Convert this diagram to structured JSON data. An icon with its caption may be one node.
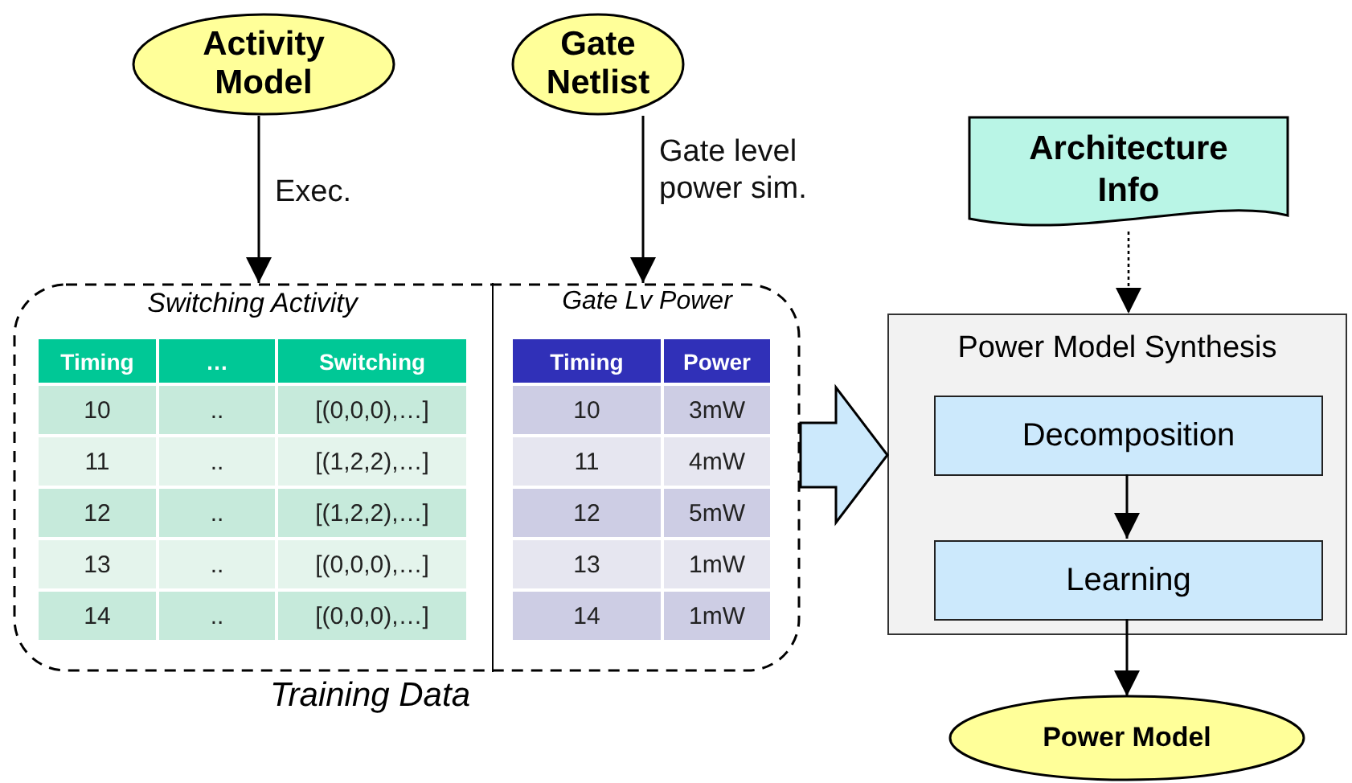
{
  "diagram": {
    "nodes": [
      {
        "text": [
          "Activity Model"
        ]
      },
      {
        "text": [
          "Gate Netlist"
        ]
      },
      {
        "text": [
          "Architecture Info"
        ]
      },
      {
        "text": [
          "Training Data"
        ]
      },
      {
        "text": [
          "Switching Activity",
          "Timing",
          "…",
          "Switching",
          "10",
          "..",
          "[(0,0,0),…]",
          "11",
          "..",
          "[(1,2,2),…]",
          "12",
          "..",
          "[(1,2,2),…]",
          "13",
          "..",
          "[(0,0,0),…]",
          "14",
          "..",
          "[(0,0,0),…]"
        ],
        "in": 3
      },
      {
        "text": [
          "Gate Lv Power",
          "Timing",
          "Power",
          "10",
          "3mW",
          "11",
          "4mW",
          "12",
          "5mW",
          "13",
          "1mW",
          "14",
          "1mW"
        ],
        "in": 3
      },
      {
        "text": [
          "Power Model Synthesis"
        ]
      },
      {
        "text": [
          "Decomposition"
        ],
        "in": 6
      },
      {
        "text": [
          "Learning"
        ],
        "in": 6
      },
      {
        "text": [
          "Power Model"
        ]
      }
    ],
    "edges": [
      {
        "from": 0,
        "to": 4,
        "arrow": "to",
        "label": "Exec."
      },
      {
        "from": 1,
        "to": 5,
        "arrow": "to",
        "label": "Gate level power sim."
      },
      {
        "from": 2,
        "to": 6,
        "arrow": "to",
        "style": "dashed"
      },
      {
        "from": 3,
        "to": 6,
        "arrow": "to",
        "style": "thick"
      },
      {
        "from": 7,
        "to": 8,
        "arrow": "to"
      },
      {
        "from": 8,
        "to": 9,
        "arrow": "to"
      }
    ]
  }
}
